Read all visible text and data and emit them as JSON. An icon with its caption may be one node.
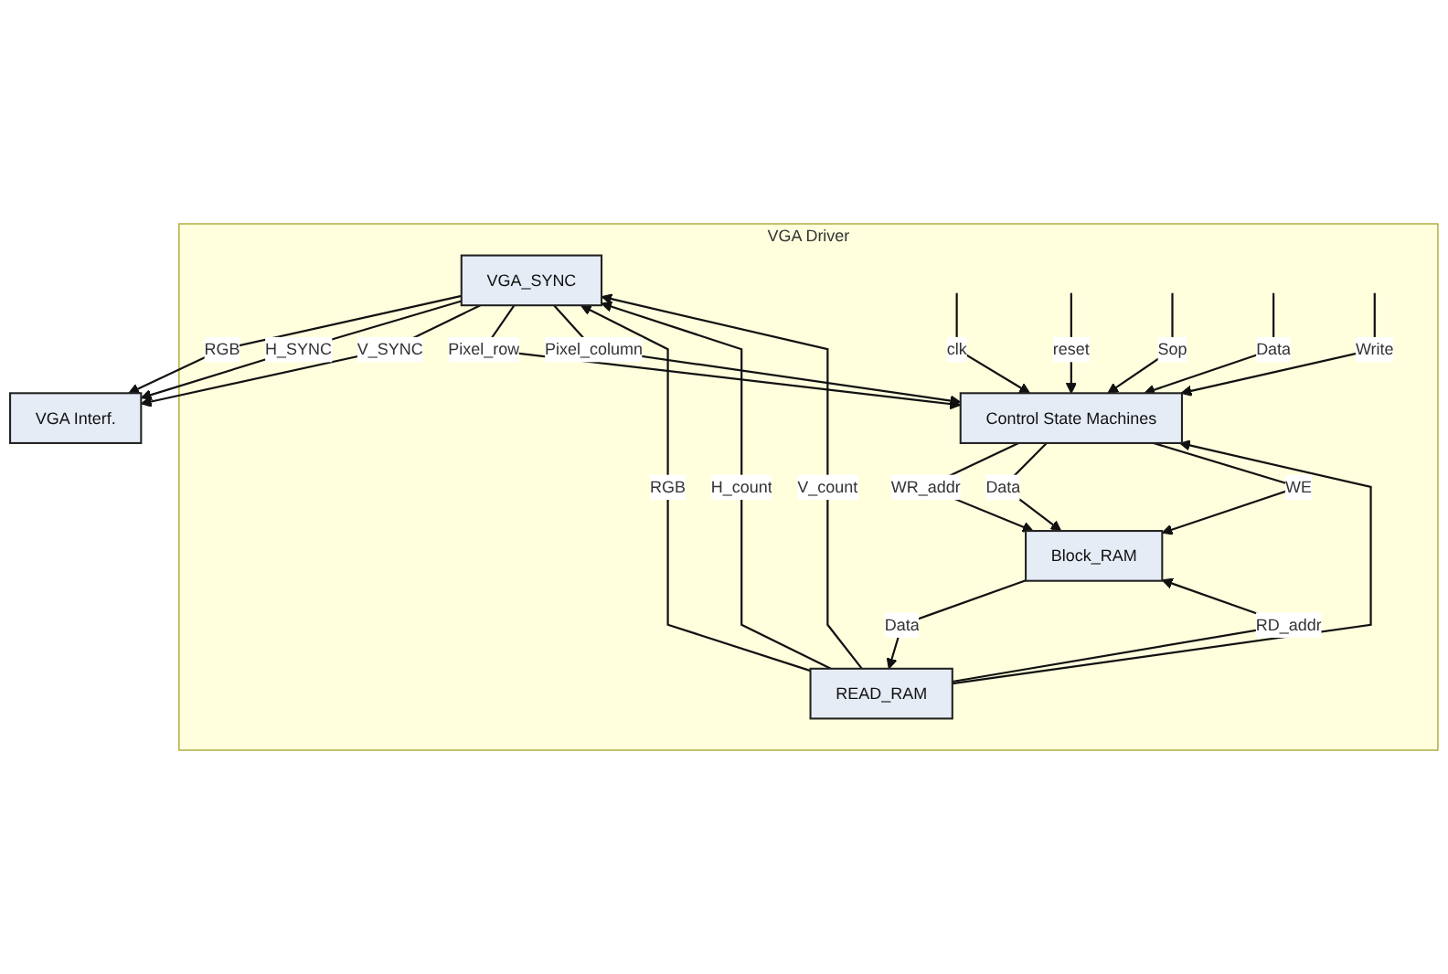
{
  "diagram": {
    "nodes": [
      {
        "text": [
          "VGA Interf."
        ]
      },
      {
        "text": [
          "VGA Driver"
        ]
      },
      {
        "text": [
          "VGA_SYNC"
        ],
        "in": 1
      },
      {
        "text": [
          "Control State Machines"
        ],
        "in": 1
      },
      {
        "text": [
          "READ_RAM"
        ],
        "in": 1
      },
      {
        "text": [
          "Block_RAM"
        ],
        "in": 1
      }
    ],
    "edges": [
      {
        "from": 2,
        "to": 0,
        "arrow": "to",
        "label": "RGB"
      },
      {
        "from": 2,
        "to": 0,
        "arrow": "to",
        "label": "H_SYNC"
      },
      {
        "from": 2,
        "to": 0,
        "arrow": "to",
        "label": "V_SYNC"
      },
      {
        "from": 2,
        "to": 3,
        "arrow": "to",
        "label": "Pixel_row"
      },
      {
        "from": 2,
        "to": 3,
        "arrow": "to",
        "label": "Pixel_column"
      },
      {
        "from": null,
        "to": 3,
        "arrow": "to",
        "label": "clk"
      },
      {
        "from": null,
        "to": 3,
        "arrow": "to",
        "label": "reset"
      },
      {
        "from": null,
        "to": 3,
        "arrow": "to",
        "label": "Sop"
      },
      {
        "from": null,
        "to": 3,
        "arrow": "to",
        "label": "Data"
      },
      {
        "from": null,
        "to": 3,
        "arrow": "to",
        "label": "Write"
      },
      {
        "from": 4,
        "to": 2,
        "arrow": "to",
        "label": "RGB"
      },
      {
        "from": 4,
        "to": 2,
        "arrow": "to",
        "label": "H_count"
      },
      {
        "from": 4,
        "to": 2,
        "arrow": "to",
        "label": "V_count"
      },
      {
        "from": 3,
        "to": 5,
        "arrow": "to",
        "label": "WR_addr"
      },
      {
        "from": 3,
        "to": 5,
        "arrow": "to",
        "label": "Data"
      },
      {
        "from": 3,
        "to": 5,
        "arrow": "to",
        "label": "WE"
      },
      {
        "from": 5,
        "to": 4,
        "arrow": "to",
        "label": "Data"
      },
      {
        "from": 4,
        "to": 5,
        "arrow": "to",
        "label": "RD_addr"
      },
      {
        "from": 4,
        "to": 3,
        "arrow": "to"
      }
    ]
  }
}
